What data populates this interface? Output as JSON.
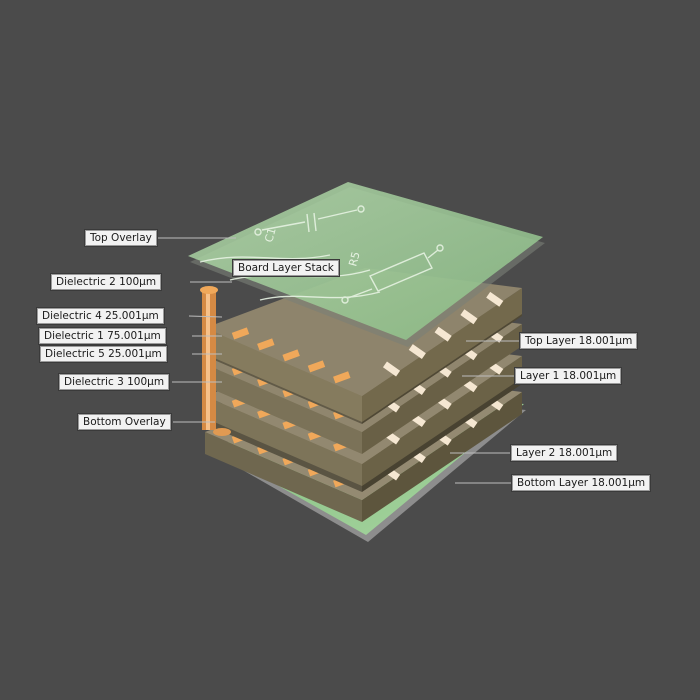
{
  "title": "Board Layer Stack",
  "callouts": {
    "top_overlay": "Top Overlay",
    "dielectric_2": "Dielectric 2 100µm",
    "dielectric_4": "Dielectric 4 25.001µm",
    "dielectric_1": "Dielectric 1 75.001µm",
    "dielectric_5": "Dielectric 5 25.001µm",
    "dielectric_3": "Dielectric 3 100µm",
    "bottom_overlay": "Bottom Overlay",
    "top_layer": "Top Layer 18.001µm",
    "layer_1": "Layer 1 18.001µm",
    "layer_2": "Layer 2 18.001µm",
    "bottom_layer": "Bottom Layer 18.001µm"
  },
  "silkscreen": {
    "capacitor_ref": "C1",
    "resistor_ref": "R5"
  },
  "colors": {
    "background": "#4b4b4b",
    "dielectric": "#8a8068",
    "copper": "#f0a85a",
    "overlay_green": "#9fcf9a",
    "bottom_green": "#8fc48a"
  }
}
